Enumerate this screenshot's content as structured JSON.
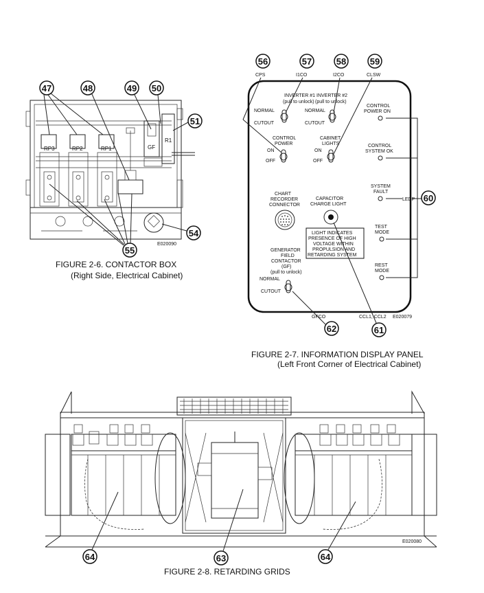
{
  "figures": {
    "fig_2_6": {
      "caption_line1": "FIGURE 2-6. CONTACTOR BOX",
      "caption_line2": "(Right Side, Electrical Cabinet)",
      "drawing_id": "E020090",
      "labels": {
        "rp3": "RP3",
        "rp2": "RP2",
        "rp1": "RP1",
        "gf": "GF",
        "r1": "R1"
      },
      "callouts": [
        "47",
        "48",
        "49",
        "50",
        "51",
        "54",
        "55"
      ]
    },
    "fig_2_7": {
      "caption_line1": "FIGURE 2-7. INFORMATION DISPLAY PANEL",
      "caption_line2": "(Left Front Corner of Electrical Cabinet)",
      "drawing_id": "E020079",
      "callouts": [
        "56",
        "57",
        "58",
        "59",
        "60",
        "61",
        "62"
      ],
      "codes": {
        "cps": "CPS",
        "i1co": "I1CO",
        "i2co": "I2CO",
        "clsw": "CLSW",
        "ledp": "LEDP",
        "gfco": "GFCO",
        "ccl": "CCL1, CCL2"
      },
      "inverter1": {
        "title": "INVERTER #1",
        "sub": "(pull to unlock)",
        "normal": "NORMAL",
        "cutout": "CUTOUT"
      },
      "inverter2": {
        "title": "INVERTER #2",
        "sub": "(pull to unlock)",
        "normal": "NORMAL",
        "cutout": "CUTOUT"
      },
      "control_power": {
        "line1": "CONTROL",
        "line2": "POWER",
        "on": "ON",
        "off": "OFF"
      },
      "cabinet_lights": {
        "line1": "CABINET",
        "line2": "LIGHTS",
        "on": "ON",
        "off": "OFF"
      },
      "indicators": [
        {
          "line1": "CONTROL",
          "line2": "POWER ON"
        },
        {
          "line1": "CONTROL",
          "line2": "SYSTEM OK"
        },
        {
          "line1": "SYSTEM",
          "line2": "FAULT"
        },
        {
          "line1": "TEST",
          "line2": "MODE"
        },
        {
          "line1": "REST",
          "line2": "MODE"
        }
      ],
      "chart_recorder": {
        "line1": "CHART",
        "line2": "RECORDER",
        "line3": "CONNECTOR"
      },
      "capacitor": {
        "line1": "CAPACITOR",
        "line2": "CHARGE LIGHT"
      },
      "warning": {
        "line1": "LIGHT INDICATES",
        "line2": "PRESENCE OF HIGH",
        "line3": "VOLTAGE WITHIN",
        "line4": "PROPULSION AND",
        "line5": "RETARDING SYSTEM"
      },
      "gf_contactor": {
        "line1": "GENERATOR",
        "line2": "FIELD",
        "line3": "CONTACTOR",
        "line4": "(GF)",
        "line5": "(pull to unlock)",
        "normal": "NORMAL",
        "cutout": "CUTOUT"
      }
    },
    "fig_2_8": {
      "caption": "FIGURE 2-8. RETARDING GRIDS",
      "drawing_id": "E020080",
      "callouts": [
        "64",
        "63",
        "64"
      ]
    }
  }
}
